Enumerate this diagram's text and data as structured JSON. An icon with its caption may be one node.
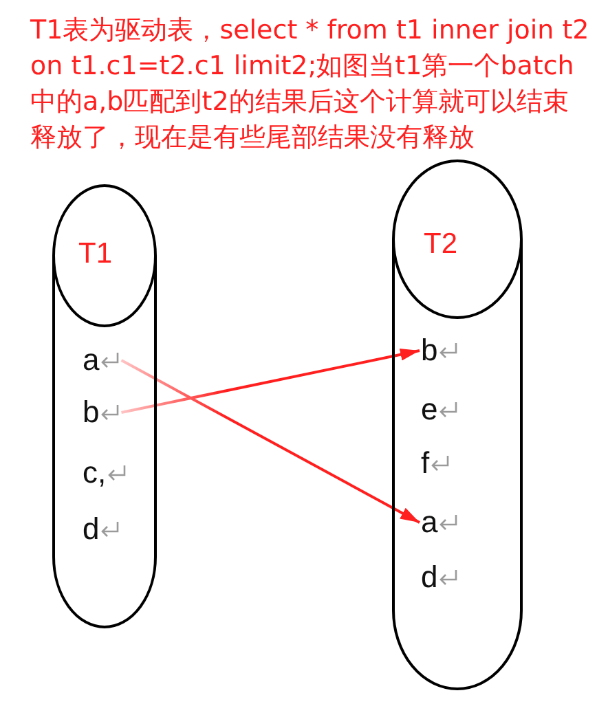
{
  "diagram": {
    "title": "T1表为驱动表，select * from t1 inner join t2 on t1.c1=t2.c1 limit2;如图当t1第一个batch中的a,b匹配到t2的结果后这个计算就可以结束释放了，现在是有些尾部结果没有释放",
    "nodes": [
      {
        "text": [
          "T1"
        ]
      },
      {
        "text": [
          "a"
        ],
        "in": 0
      },
      {
        "text": [
          "b"
        ],
        "in": 0
      },
      {
        "text": [
          "c,"
        ],
        "in": 0
      },
      {
        "text": [
          "d"
        ],
        "in": 0
      },
      {
        "text": [
          "T2"
        ]
      },
      {
        "text": [
          "b"
        ],
        "in": 5
      },
      {
        "text": [
          "e"
        ],
        "in": 5
      },
      {
        "text": [
          "f"
        ],
        "in": 5
      },
      {
        "text": [
          "a"
        ],
        "in": 5
      },
      {
        "text": [
          "d"
        ],
        "in": 5
      }
    ],
    "edges": [
      {
        "from": 1,
        "to": 9,
        "arrow": "to"
      },
      {
        "from": 2,
        "to": 6,
        "arrow": "to"
      }
    ]
  }
}
